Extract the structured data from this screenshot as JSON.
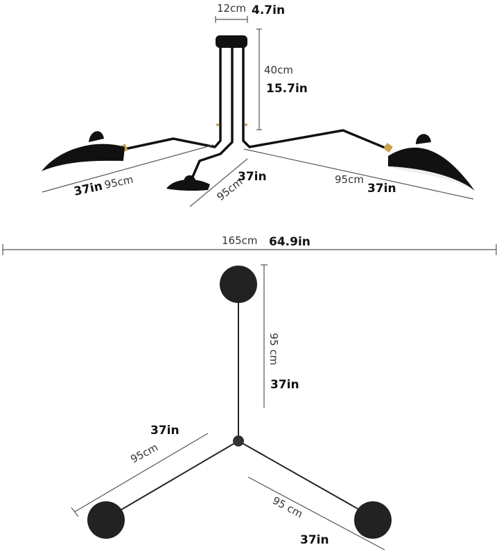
{
  "side_view": {
    "canopy_width_cm": "12cm",
    "canopy_width_in": "4.7in",
    "height_cm": "40cm",
    "height_in": "15.7in",
    "left_arm_in": "37in",
    "left_arm_cm": "95cm",
    "middle_arm_cm": "95cm",
    "middle_arm_in": "37in",
    "right_arm_cm": "95cm",
    "right_arm_in": "37in",
    "total_width_cm": "165cm",
    "total_width_in": "64.9in"
  },
  "top_view": {
    "top_arm_cm": "95 cm",
    "top_arm_in": "37in",
    "left_arm_in": "37in",
    "left_arm_cm": "95cm",
    "right_arm_cm": "95 cm",
    "right_arm_in": "37in"
  },
  "colors": {
    "lamp": "#111111",
    "brass": "#c8a050",
    "line": "#555555"
  }
}
